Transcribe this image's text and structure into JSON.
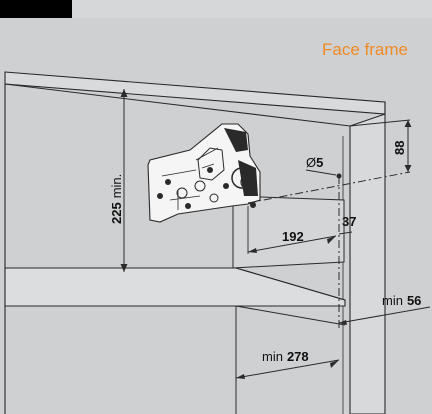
{
  "colors": {
    "header_black": "#000000",
    "header_gray": "#d6d7d9",
    "panel_bg": "#cfd0d2",
    "wall_light": "#d8d9db",
    "line": "#2a2a2a",
    "accent_orange": "#f08a24",
    "hardware_white": "#f5f5f5"
  },
  "labels": {
    "face_frame": "Face frame",
    "height_value": "225",
    "height_suffix": "min.",
    "dim_88": "88",
    "hole_symbol": "Ø",
    "hole_value": "5",
    "dim_192": "192",
    "dim_37": "37",
    "min_56_prefix": "min",
    "min_56_value": "56",
    "min_278_prefix": "min",
    "min_278_value": "278"
  },
  "icons": {
    "lift_mechanism": "lift-mechanism-icon"
  }
}
